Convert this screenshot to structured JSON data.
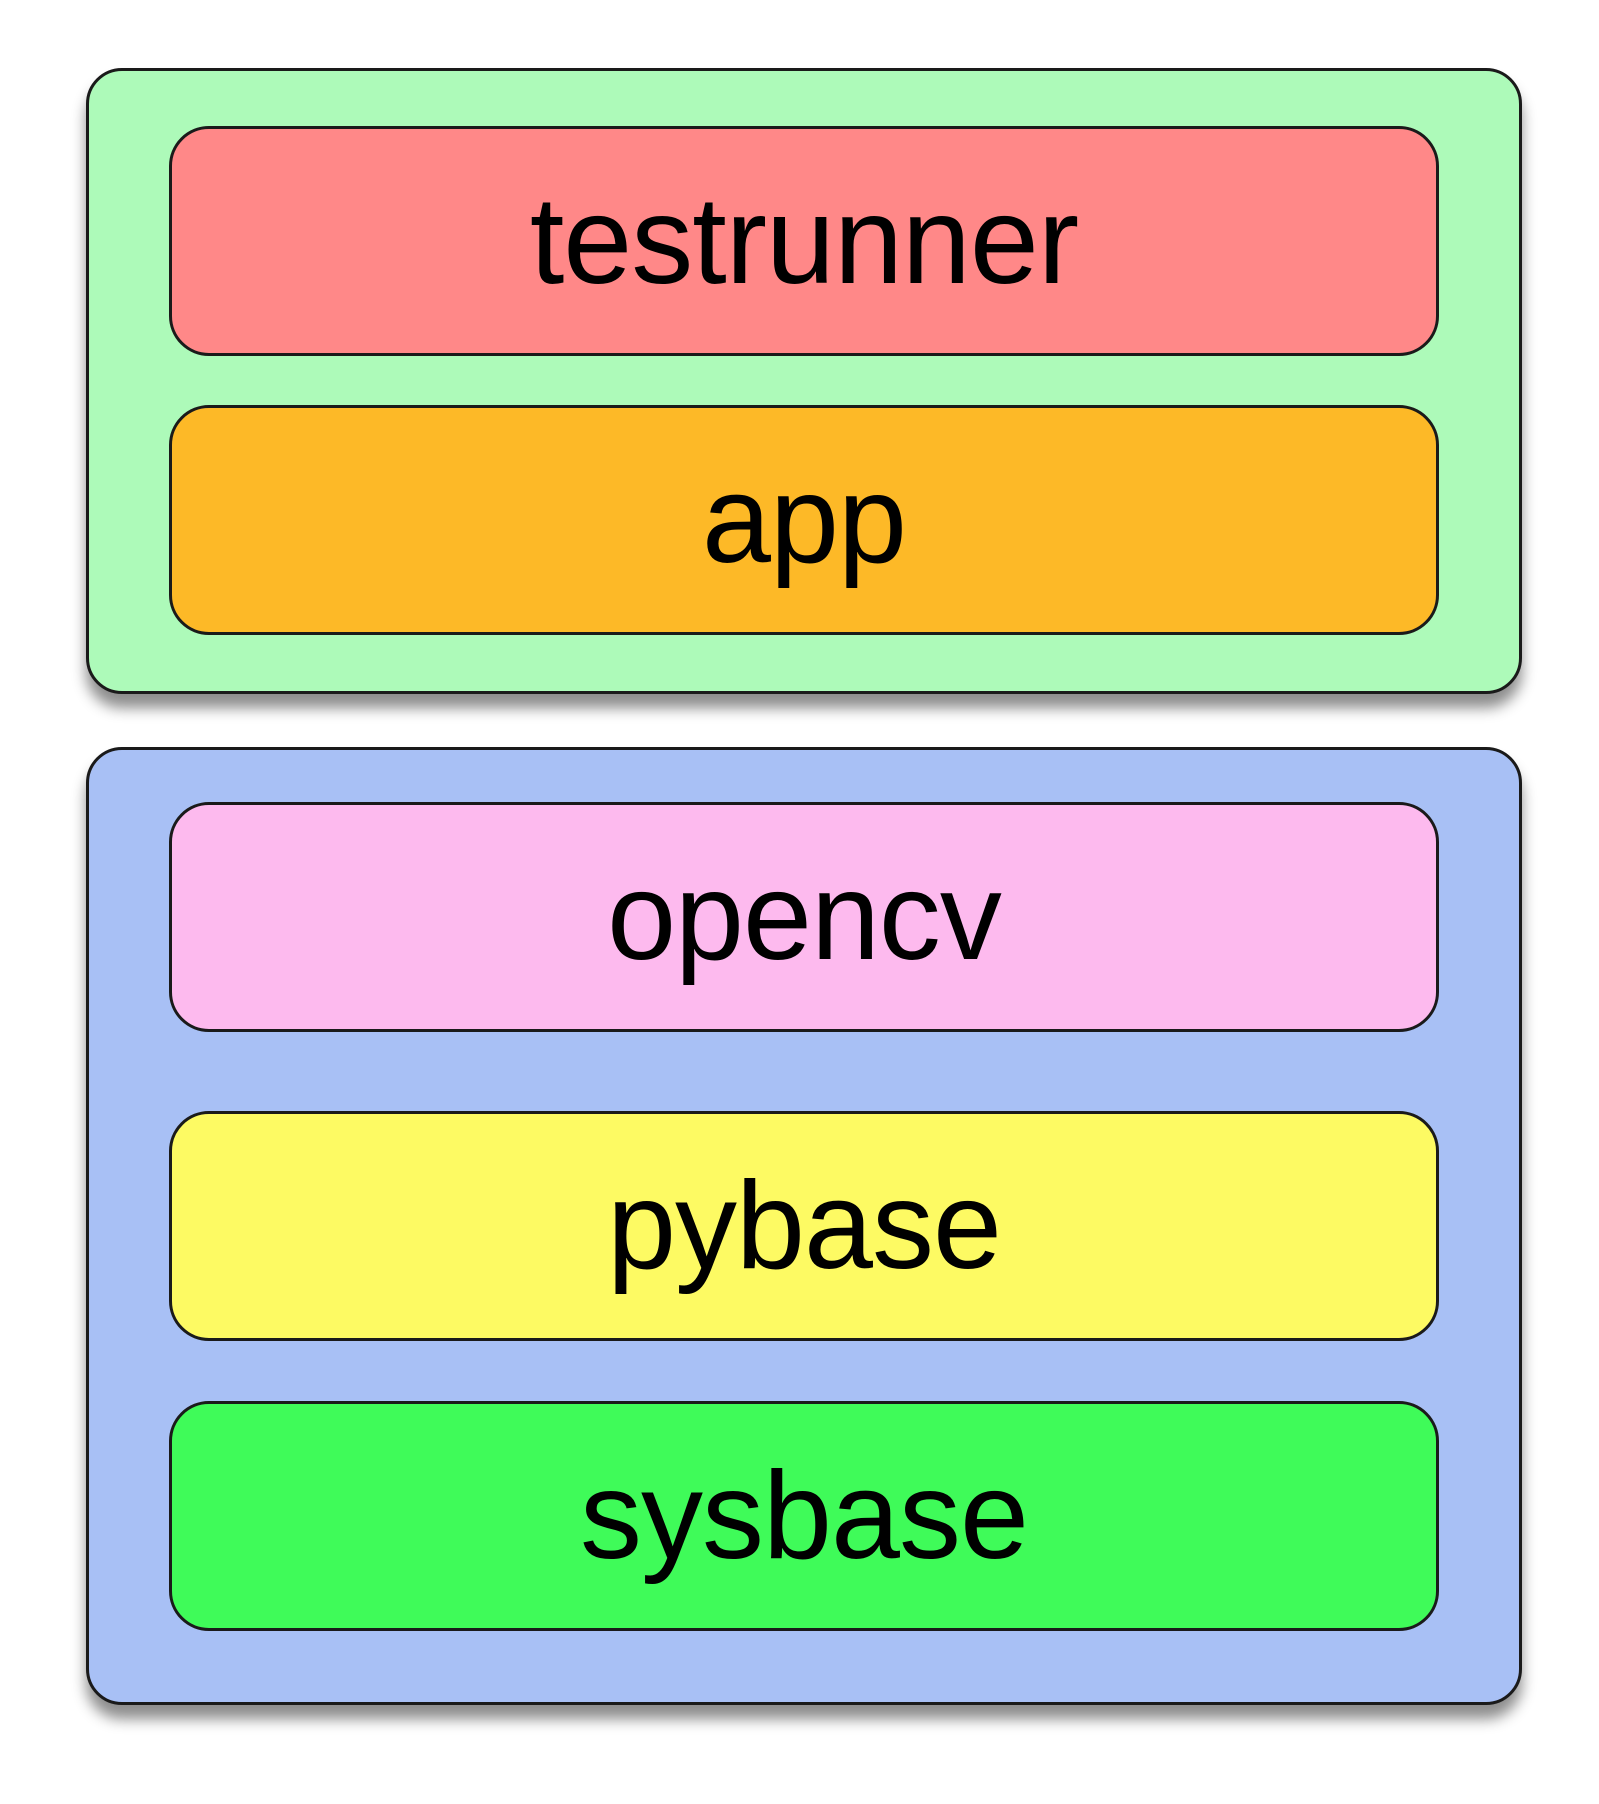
{
  "groups": [
    {
      "fill": "#adfab9",
      "layers": [
        {
          "label": "testrunner",
          "fill": "#ff8888"
        },
        {
          "label": "app",
          "fill": "#fdb927"
        }
      ]
    },
    {
      "fill": "#a8c0f5",
      "layers": [
        {
          "label": "opencv",
          "fill": "#fdbaee"
        },
        {
          "label": "pybase",
          "fill": "#fdfa63"
        },
        {
          "label": "sysbase",
          "fill": "#3ffb59"
        }
      ]
    }
  ]
}
